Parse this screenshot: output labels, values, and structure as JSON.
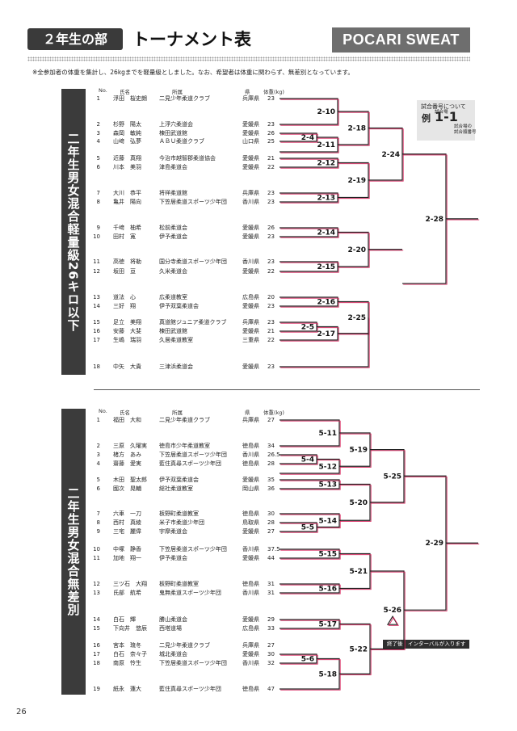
{
  "header": {
    "section_label": "２年生の部",
    "title": "トーナメント表",
    "brand": "POCARI SWEAT"
  },
  "note": "※全参加者の体重を集計し、26kgまでを軽量級としました。なお、希望者は体重に関わらず、無差別となっています。",
  "columns": {
    "no": "No.",
    "name": "氏名",
    "club": "所属",
    "pref": "県",
    "weight": "体重(kg)"
  },
  "legend": {
    "title": "試合番号について",
    "round_label": "試合場",
    "example": "例",
    "example_number": "1-1",
    "match_label": "試合場の\n試合順番号"
  },
  "callout": "終了後　インターバルが入ります",
  "page_number": "26",
  "brackets": [
    {
      "title": "二年生男女混合軽量級26キロ以下",
      "entries": [
        {
          "no": "1",
          "name": "浮田　桜史朗",
          "club": "二見少年柔道クラブ",
          "pref": "兵庫県",
          "weight": "23"
        },
        {
          "no": "2",
          "name": "杉野　陽太",
          "club": "上浮穴柔道会",
          "pref": "愛媛県",
          "weight": "23"
        },
        {
          "no": "3",
          "name": "森岡　敏純",
          "club": "楝田武道館",
          "pref": "愛媛県",
          "weight": "26"
        },
        {
          "no": "4",
          "name": "山﨑　弘夢",
          "club": "ＡＢＵ柔道クラブ",
          "pref": "山口県",
          "weight": "25"
        },
        {
          "no": "5",
          "name": "近藤　真翔",
          "club": "今治市越智郡柔道協会",
          "pref": "愛媛県",
          "weight": "21"
        },
        {
          "no": "6",
          "name": "川本　美羽",
          "club": "津島柔道会",
          "pref": "愛媛県",
          "weight": "22"
        },
        {
          "no": "7",
          "name": "大川　恭平",
          "club": "将祥柔道館",
          "pref": "兵庫県",
          "weight": "23"
        },
        {
          "no": "8",
          "name": "亀井　陽向",
          "club": "下笠居柔道スポーツ少年団",
          "pref": "香川県",
          "weight": "23"
        },
        {
          "no": "9",
          "name": "千﨑　柚希",
          "club": "松前柔道会",
          "pref": "愛媛県",
          "weight": "26"
        },
        {
          "no": "10",
          "name": "田村　寛",
          "club": "伊予柔道会",
          "pref": "愛媛県",
          "weight": "23"
        },
        {
          "no": "11",
          "name": "高徳　将勒",
          "club": "国分寺柔道スポーツ少年団",
          "pref": "香川県",
          "weight": "23"
        },
        {
          "no": "12",
          "name": "坂田　亘",
          "club": "久米柔道会",
          "pref": "愛媛県",
          "weight": "22"
        },
        {
          "no": "13",
          "name": "道法　心",
          "club": "広柔道教室",
          "pref": "広島県",
          "weight": "20"
        },
        {
          "no": "14",
          "name": "三好　翔",
          "club": "伊予双葉柔道会",
          "pref": "愛媛県",
          "weight": "23"
        },
        {
          "no": "15",
          "name": "足立　美翔",
          "club": "真道館ジュニア柔道クラブ",
          "pref": "兵庫県",
          "weight": "23"
        },
        {
          "no": "16",
          "name": "安藤　大斐",
          "club": "楝田武道館",
          "pref": "愛媛県",
          "weight": "21"
        },
        {
          "no": "17",
          "name": "生嶋　瑞羽",
          "club": "久居柔道教室",
          "pref": "三重県",
          "weight": "22"
        },
        {
          "no": "18",
          "name": "中矢　大貴",
          "club": "三津浜柔道会",
          "pref": "愛媛県",
          "weight": "23"
        }
      ],
      "matches": [
        "2-4",
        "2-5",
        "2-10",
        "2-11",
        "2-12",
        "2-13",
        "2-14",
        "2-15",
        "2-16",
        "2-17",
        "2-18",
        "2-19",
        "2-20",
        "2-24",
        "2-25",
        "2-28"
      ]
    },
    {
      "title": "二年生男女混合無差別",
      "entries": [
        {
          "no": "1",
          "name": "福田　大和",
          "club": "二見少年柔道クラブ",
          "pref": "兵庫県",
          "weight": "27"
        },
        {
          "no": "2",
          "name": "三原　久曜実",
          "club": "徳島市少年柔道教室",
          "pref": "徳島県",
          "weight": "34"
        },
        {
          "no": "3",
          "name": "楮方　あみ",
          "club": "下笠居柔道スポーツ少年団",
          "pref": "香川県",
          "weight": "26.5"
        },
        {
          "no": "4",
          "name": "齋藤　愛実",
          "club": "藍住真尋スポーツ少年団",
          "pref": "徳島県",
          "weight": "28"
        },
        {
          "no": "5",
          "name": "木田　聖太郎",
          "club": "伊予双葉柔道会",
          "pref": "愛媛県",
          "weight": "35"
        },
        {
          "no": "6",
          "name": "國次　晃輔",
          "club": "総社柔道教室",
          "pref": "岡山県",
          "weight": "36"
        },
        {
          "no": "7",
          "name": "六車　一刀",
          "club": "板野町柔道教室",
          "pref": "徳島県",
          "weight": "30"
        },
        {
          "no": "8",
          "name": "西村　真綾",
          "club": "米子市柔道少年団",
          "pref": "鳥取県",
          "weight": "28"
        },
        {
          "no": "9",
          "name": "三宅　麗偉",
          "club": "宇摩柔道会",
          "pref": "愛媛県",
          "weight": "27"
        },
        {
          "no": "10",
          "name": "中塚　静香",
          "club": "下笠居柔道スポーツ少年団",
          "pref": "香川県",
          "weight": "37.5"
        },
        {
          "no": "11",
          "name": "加地　翔一",
          "club": "伊予柔道会",
          "pref": "愛媛県",
          "weight": "44"
        },
        {
          "no": "12",
          "name": "三ツ石　大翔",
          "club": "板野町柔道教室",
          "pref": "徳島県",
          "weight": "31"
        },
        {
          "no": "13",
          "name": "氏部　航希",
          "club": "鬼無柔道スポーツ少年団",
          "pref": "香川県",
          "weight": "31"
        },
        {
          "no": "14",
          "name": "白石　輝",
          "club": "勝山柔道会",
          "pref": "愛媛県",
          "weight": "29"
        },
        {
          "no": "15",
          "name": "下向井　悠辰",
          "club": "西塔道場",
          "pref": "広島県",
          "weight": "33"
        },
        {
          "no": "16",
          "name": "宮本　琉冬",
          "club": "二見少年柔道クラブ",
          "pref": "兵庫県",
          "weight": "27"
        },
        {
          "no": "17",
          "name": "白石　奈々子",
          "club": "城北柔道会",
          "pref": "愛媛県",
          "weight": "30"
        },
        {
          "no": "18",
          "name": "南原　怜生",
          "club": "下笠居柔道スポーツ少年団",
          "pref": "香川県",
          "weight": "32"
        },
        {
          "no": "19",
          "name": "紙永　蓮大",
          "club": "藍住真尋スポーツ少年団",
          "pref": "徳島県",
          "weight": "47"
        }
      ],
      "matches": [
        "5-4",
        "5-5",
        "5-6",
        "5-11",
        "5-12",
        "5-13",
        "5-14",
        "5-15",
        "5-16",
        "5-17",
        "5-18",
        "5-19",
        "5-20",
        "5-21",
        "5-22",
        "5-25",
        "5-26",
        "2-29"
      ]
    }
  ]
}
